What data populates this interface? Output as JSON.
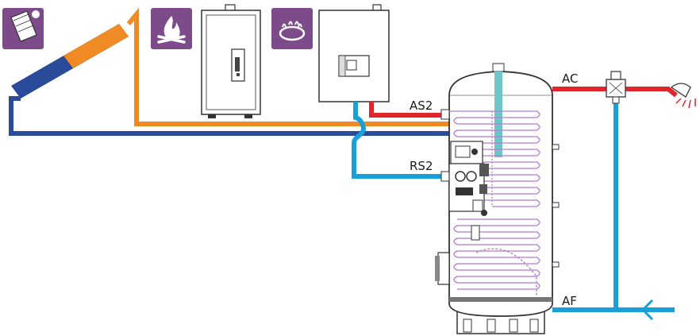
{
  "labels": {
    "as2": "AS2",
    "rs2": "RS2",
    "ac": "AC",
    "af": "AF"
  },
  "icons": {
    "solar": "solar-panel-icon",
    "wood": "wood-fire-icon",
    "gas": "gas-burner-icon"
  },
  "colors": {
    "hot_water": "#e0262b",
    "cold_water": "#1aa0d8",
    "solar_flow": "#f08a24",
    "solar_return": "#2a4a9a",
    "coil": "#b57bd6",
    "icon_bg": "#7d4a8a",
    "tank_outline": "#3a3a3a"
  }
}
